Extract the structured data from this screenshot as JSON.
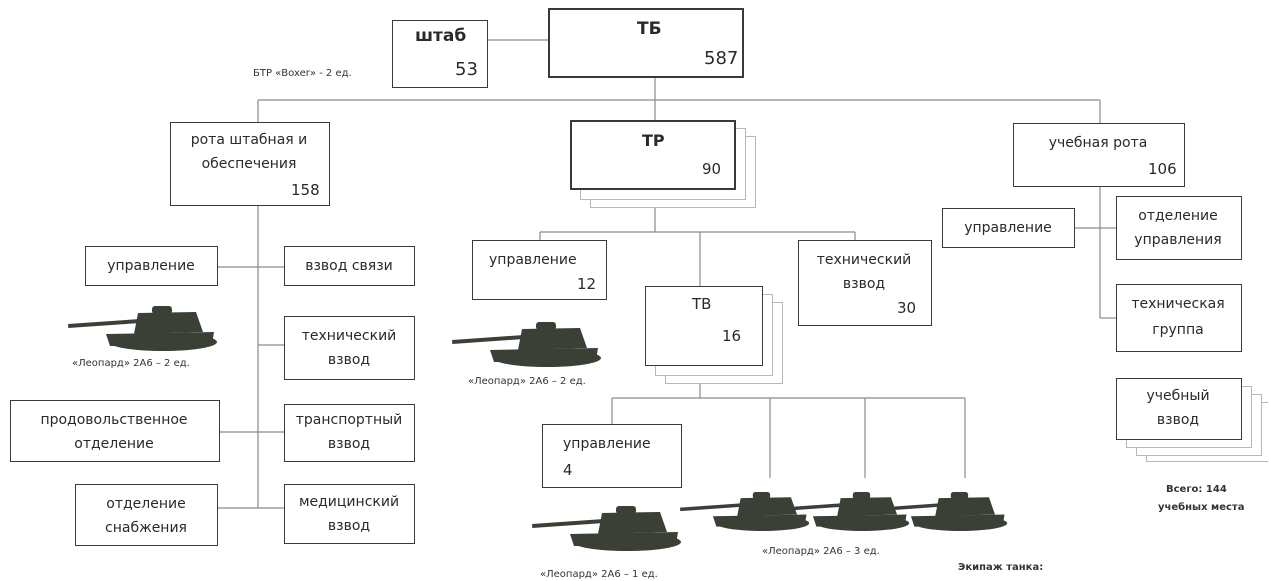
{
  "hq_box": {
    "label": "штаб",
    "number": "53",
    "vehicle_note": "БТР «Boxer» - 2 ед."
  },
  "tb_box": {
    "label": "ТБ",
    "number": "587"
  },
  "hq_support_company": {
    "label_line1": "рота штабная и",
    "label_line2": "обеспечения",
    "number": "158"
  },
  "hq_support_units": {
    "management": "управление",
    "signal_platoon": "взвод связи",
    "technical_platoon_line1": "технический",
    "technical_platoon_line2": "взвод",
    "food_section_line1": "продовольственное",
    "food_section_line2": "отделение",
    "transport_platoon_line1": "транспортный",
    "transport_platoon_line2": "взвод",
    "supply_section_line1": "отделение",
    "supply_section_line2": "снабжения",
    "medical_platoon_line1": "медицинский",
    "medical_platoon_line2": "взвод",
    "tank_caption": "«Леопард» 2А6 – 2 ед."
  },
  "tank_company": {
    "label": "ТР",
    "number": "90"
  },
  "tank_company_units": {
    "management_label": "управление",
    "management_number": "12",
    "management_tank_caption": "«Леопард» 2А6 – 2 ед.",
    "technical_platoon_line1": "технический",
    "technical_platoon_line2": "взвод",
    "technical_platoon_number": "30"
  },
  "tank_platoon": {
    "label": "ТВ",
    "number": "16"
  },
  "tank_platoon_units": {
    "management_label": "управление",
    "management_number": "4",
    "management_tank_caption": "«Леопард» 2А6 – 1 ед.",
    "tanks_caption": "«Леопард» 2А6 – 3 ед."
  },
  "training_company": {
    "label": "учебная рота",
    "number": "106"
  },
  "training_units": {
    "management": "управление",
    "control_section_line1": "отделение",
    "control_section_line2": "управления",
    "technical_group_line1": "техническая",
    "technical_group_line2": "группа",
    "training_platoon_line1": "учебный",
    "training_platoon_line2": "взвод",
    "total_line1": "Всего: 144",
    "total_line2": "учебных места"
  },
  "crew_note": "Экипаж танка:",
  "colors": {
    "line": "#8a8a8a",
    "border": "#3a3a3a",
    "tank_dark": "#3a4035",
    "tank_mid": "#5b6353"
  },
  "icons": {
    "tank": "tank-icon"
  }
}
